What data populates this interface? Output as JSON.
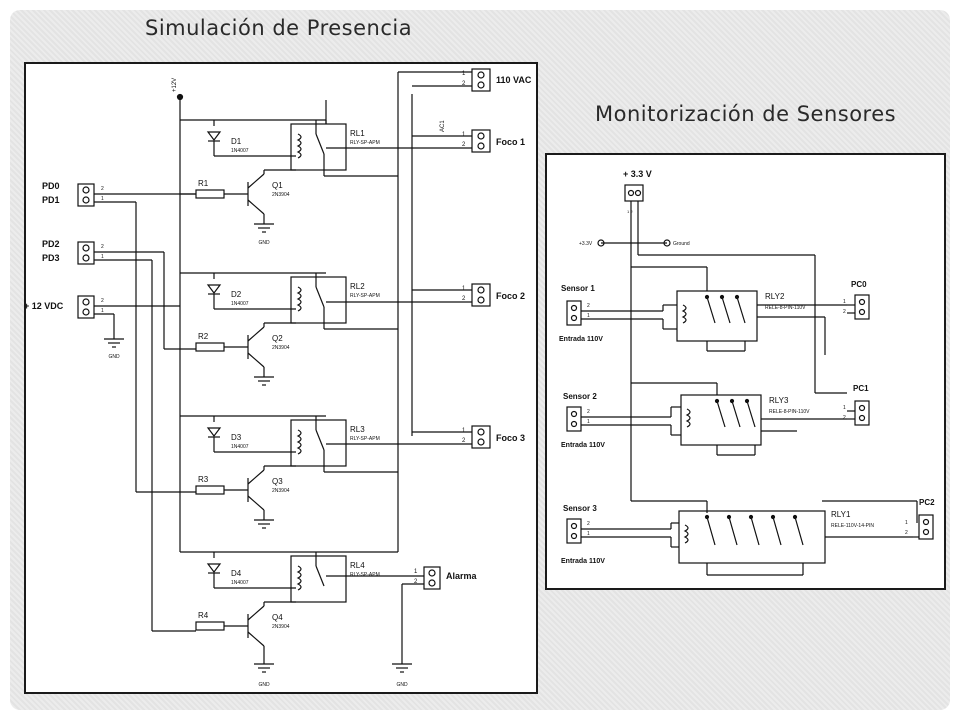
{
  "slide": {
    "title_left": "Simulación de Presencia",
    "title_right": "Monitorización de Sensores"
  },
  "left_diagram": {
    "supply_label": "+12V",
    "inputs": [
      "PD0",
      "PD1",
      "PD2",
      "PD3",
      "+ 12 VDC"
    ],
    "pin_numbers": [
      "2",
      "1"
    ],
    "gnd_label": "GND",
    "line_label": "AC1",
    "diodes": [
      {
        "ref": "D1",
        "part": "1N4007"
      },
      {
        "ref": "D2",
        "part": "1N4007"
      },
      {
        "ref": "D3",
        "part": "1N4007"
      },
      {
        "ref": "D4",
        "part": "1N4007"
      }
    ],
    "resistors": [
      "R1",
      "R2",
      "R3",
      "R4"
    ],
    "transistors": [
      {
        "ref": "Q1",
        "part": "2N3904"
      },
      {
        "ref": "Q2",
        "part": "2N3904"
      },
      {
        "ref": "Q3",
        "part": "2N3904"
      },
      {
        "ref": "Q4",
        "part": "2N3904"
      }
    ],
    "relays": [
      {
        "ref": "RL1",
        "part": "RLY-SP-APM"
      },
      {
        "ref": "RL2",
        "part": "RLY-SP-APM"
      },
      {
        "ref": "RL3",
        "part": "RLY-SP-APM"
      },
      {
        "ref": "RL4",
        "part": "RLY-SP-APM"
      }
    ],
    "outputs": [
      "110 VAC",
      "Foco 1",
      "Foco 2",
      "Foco 3",
      "Alarma"
    ]
  },
  "right_diagram": {
    "supply": "+ 3.3 V",
    "supply_pins": "1  2",
    "rail_left": "+3.3V",
    "rail_right": "Ground",
    "sensors": [
      {
        "name": "Sensor 1",
        "sub": "Entrada 110V",
        "relay": "RLY2",
        "relay_part": "RELE-8-PIN-110V",
        "out": "PC0"
      },
      {
        "name": "Sensor 2",
        "sub": "Entrada 110V",
        "relay": "RLY3",
        "relay_part": "RELE-8-PIN-110V",
        "out": "PC1"
      },
      {
        "name": "Sensor 3",
        "sub": "Entrada 110V",
        "relay": "RLY1",
        "relay_part": "RELE-110V-14-PIN",
        "out": "PC2"
      }
    ],
    "pin_numbers": [
      "2",
      "1"
    ],
    "out_pin_numbers": [
      "1",
      "2"
    ]
  }
}
